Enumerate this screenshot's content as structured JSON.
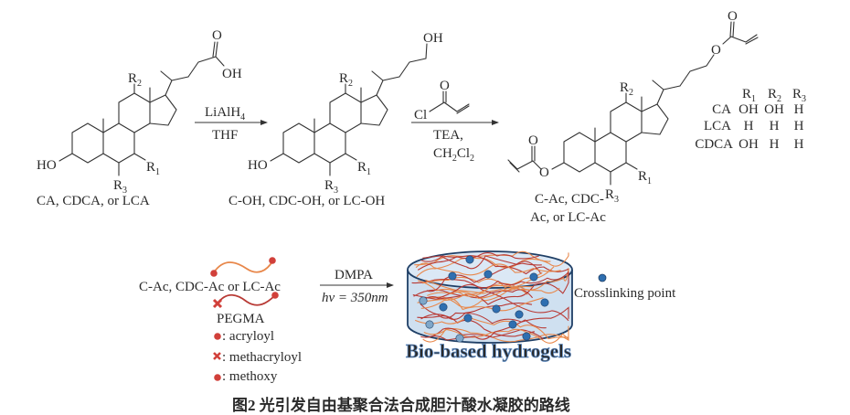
{
  "figure": {
    "caption": "图2 光引发自由基聚合法合成胆汁酸水凝胶的路线"
  },
  "step1": {
    "reagent_top": "LiAlH",
    "reagent_top_sub": "4",
    "reagent_bottom": "THF"
  },
  "step2": {
    "reagent_chem_label": "Cl",
    "reagent_o": "O",
    "reagent_line1": "TEA,",
    "reagent_line2_a": "CH",
    "reagent_line2_sub1": "2",
    "reagent_line2_b": "Cl",
    "reagent_line2_sub2": "2"
  },
  "molecules": {
    "start": {
      "name": "CA, CDCA, or LCA",
      "labels": {
        "ho": "HO",
        "oh": "OH",
        "o": "O",
        "r1": "R",
        "r1_sub": "1",
        "r2": "R",
        "r2_sub": "2",
        "r3": "R",
        "r3_sub": "3"
      }
    },
    "alcohol": {
      "name": "C-OH, CDC-OH, or LC-OH",
      "labels": {
        "ho": "HO",
        "oh": "OH",
        "r1": "R",
        "r1_sub": "1",
        "r2": "R",
        "r2_sub": "2",
        "r3": "R",
        "r3_sub": "3"
      }
    },
    "acrylate": {
      "name_line1": "C-Ac, CDC-",
      "name_line2": "Ac, or LC-Ac",
      "labels": {
        "o_ester_left": "O",
        "o_carbonyl_left": "O",
        "o_ester_right": "O",
        "o_carbonyl_right": "O",
        "r1": "R",
        "r1_sub": "1",
        "r2": "R",
        "r2_sub": "2",
        "r3": "R",
        "r3_sub": "3"
      }
    }
  },
  "substituent_table": {
    "headers": [
      {
        "main": "R",
        "sub": "1"
      },
      {
        "main": "R",
        "sub": "2"
      },
      {
        "main": "R",
        "sub": "3"
      }
    ],
    "rows": [
      {
        "compound": "CA",
        "r1": "OH",
        "r2": "OH",
        "r3": "H"
      },
      {
        "compound": "LCA",
        "r1": "H",
        "r2": "H",
        "r3": "H"
      },
      {
        "compound": "CDCA",
        "r1": "OH",
        "r2": "H",
        "r3": "H"
      }
    ]
  },
  "polymerization": {
    "monomers_label": "C-Ac, CDC-Ac or LC-Ac",
    "pegma_label": "PEGMA",
    "reagent_top": "DMPA",
    "reagent_bottom": "hv = 350nm",
    "legend": [
      {
        "icon": "dot-icon",
        "label": ": acryloyl"
      },
      {
        "icon": "cross-icon",
        "label": ": methacryloyl"
      },
      {
        "icon": "dot-icon",
        "label": ": methoxy"
      }
    ],
    "crosslink_legend": "Crosslinking point",
    "hydrogel_title": "Bio-based hydrogels"
  },
  "colors": {
    "chain_orange": "#e8874a",
    "chain_red": "#b83a35",
    "endgroup_red": "#d1403a",
    "crosslink_blue": "#2f6fb0",
    "gel_fill": "#cfe0f0",
    "gel_outline": "#1f3f66"
  }
}
